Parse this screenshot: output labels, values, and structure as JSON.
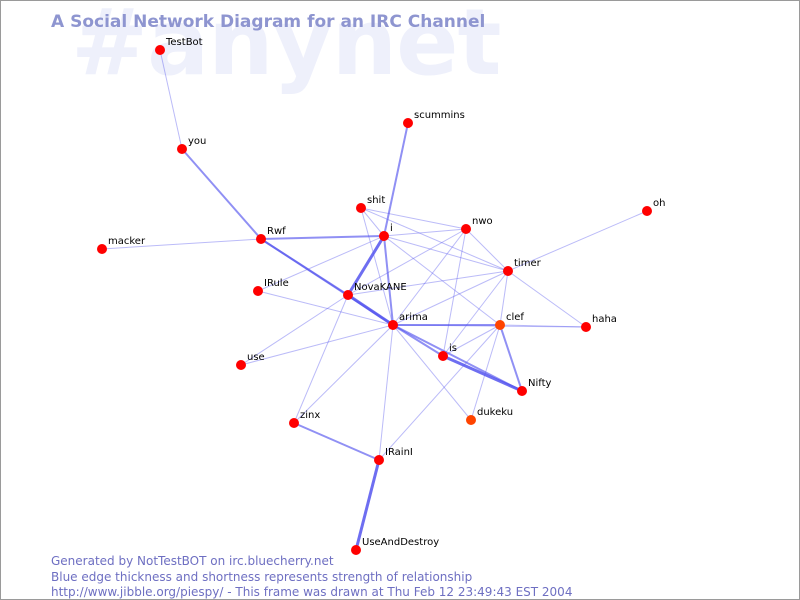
{
  "watermark": "#anynet",
  "title": "A Social Network Diagram for an IRC Channel",
  "footer": {
    "line1": "Generated by NotTestBOT on irc.bluecherry.net",
    "line2": "Blue edge thickness and shortness represents strength of relationship",
    "line3": "http://www.jibble.org/piespy/ - This frame was drawn at Thu Feb 12 23:49:43 EST 2004"
  },
  "colors": {
    "node": "#ff0000",
    "node_alt": "#ff4400",
    "edge": "#5555ee"
  },
  "nodes": [
    {
      "id": "TestBot",
      "label": "TestBot"
    },
    {
      "id": "you",
      "label": "you"
    },
    {
      "id": "scummins",
      "label": "scummins"
    },
    {
      "id": "shit",
      "label": "shit"
    },
    {
      "id": "nwo",
      "label": "nwo"
    },
    {
      "id": "oh",
      "label": "oh"
    },
    {
      "id": "i",
      "label": "i"
    },
    {
      "id": "Rwf",
      "label": "Rwf"
    },
    {
      "id": "macker",
      "label": "macker"
    },
    {
      "id": "timer",
      "label": "timer"
    },
    {
      "id": "IRule",
      "label": "IRule"
    },
    {
      "id": "NovaKANE",
      "label": "NovaKANE"
    },
    {
      "id": "arima",
      "label": "arima"
    },
    {
      "id": "clef",
      "label": "clef"
    },
    {
      "id": "haha",
      "label": "haha"
    },
    {
      "id": "is",
      "label": "is"
    },
    {
      "id": "use",
      "label": "use"
    },
    {
      "id": "Nifty",
      "label": "Nifty"
    },
    {
      "id": "zinx",
      "label": "zinx"
    },
    {
      "id": "dukeku",
      "label": "dukeku"
    },
    {
      "id": "IRainI",
      "label": "IRainI"
    },
    {
      "id": "UseAndDestroy",
      "label": "UseAndDestroy"
    }
  ],
  "edges": [
    {
      "a": "TestBot",
      "b": "you",
      "strength": 1
    },
    {
      "a": "you",
      "b": "Rwf",
      "strength": 2
    },
    {
      "a": "scummins",
      "b": "i",
      "strength": 2
    },
    {
      "a": "macker",
      "b": "Rwf",
      "strength": 1
    },
    {
      "a": "Rwf",
      "b": "i",
      "strength": 2
    },
    {
      "a": "Rwf",
      "b": "NovaKANE",
      "strength": 2
    },
    {
      "a": "Rwf",
      "b": "arima",
      "strength": 2
    },
    {
      "a": "shit",
      "b": "i",
      "strength": 1
    },
    {
      "a": "shit",
      "b": "nwo",
      "strength": 1
    },
    {
      "a": "shit",
      "b": "timer",
      "strength": 1
    },
    {
      "a": "shit",
      "b": "arima",
      "strength": 1
    },
    {
      "a": "i",
      "b": "nwo",
      "strength": 1
    },
    {
      "a": "i",
      "b": "timer",
      "strength": 1
    },
    {
      "a": "i",
      "b": "NovaKANE",
      "strength": 3
    },
    {
      "a": "i",
      "b": "arima",
      "strength": 2
    },
    {
      "a": "i",
      "b": "IRule",
      "strength": 1
    },
    {
      "a": "i",
      "b": "clef",
      "strength": 1
    },
    {
      "a": "nwo",
      "b": "timer",
      "strength": 1
    },
    {
      "a": "nwo",
      "b": "arima",
      "strength": 1
    },
    {
      "a": "nwo",
      "b": "is",
      "strength": 1
    },
    {
      "a": "nwo",
      "b": "NovaKANE",
      "strength": 1
    },
    {
      "a": "oh",
      "b": "timer",
      "strength": 1
    },
    {
      "a": "timer",
      "b": "NovaKANE",
      "strength": 1
    },
    {
      "a": "timer",
      "b": "arima",
      "strength": 1
    },
    {
      "a": "timer",
      "b": "clef",
      "strength": 1
    },
    {
      "a": "timer",
      "b": "haha",
      "strength": 1
    },
    {
      "a": "timer",
      "b": "is",
      "strength": 1
    },
    {
      "a": "NovaKANE",
      "b": "arima",
      "strength": 3
    },
    {
      "a": "NovaKANE",
      "b": "use",
      "strength": 1
    },
    {
      "a": "NovaKANE",
      "b": "zinx",
      "strength": 1
    },
    {
      "a": "arima",
      "b": "clef",
      "strength": 2
    },
    {
      "a": "arima",
      "b": "is",
      "strength": 2
    },
    {
      "a": "arima",
      "b": "Nifty",
      "strength": 2
    },
    {
      "a": "arima",
      "b": "dukeku",
      "strength": 1
    },
    {
      "a": "arima",
      "b": "IRainI",
      "strength": 1
    },
    {
      "a": "arima",
      "b": "use",
      "strength": 1
    },
    {
      "a": "arima",
      "b": "zinx",
      "strength": 1
    },
    {
      "a": "arima",
      "b": "IRule",
      "strength": 1
    },
    {
      "a": "arima",
      "b": "haha",
      "strength": 1
    },
    {
      "a": "clef",
      "b": "haha",
      "strength": 1
    },
    {
      "a": "clef",
      "b": "Nifty",
      "strength": 2
    },
    {
      "a": "clef",
      "b": "dukeku",
      "strength": 1
    },
    {
      "a": "clef",
      "b": "is",
      "strength": 1
    },
    {
      "a": "clef",
      "b": "IRainI",
      "strength": 1
    },
    {
      "a": "is",
      "b": "Nifty",
      "strength": 3
    },
    {
      "a": "zinx",
      "b": "IRainI",
      "strength": 2
    },
    {
      "a": "IRainI",
      "b": "UseAndDestroy",
      "strength": 3
    }
  ]
}
